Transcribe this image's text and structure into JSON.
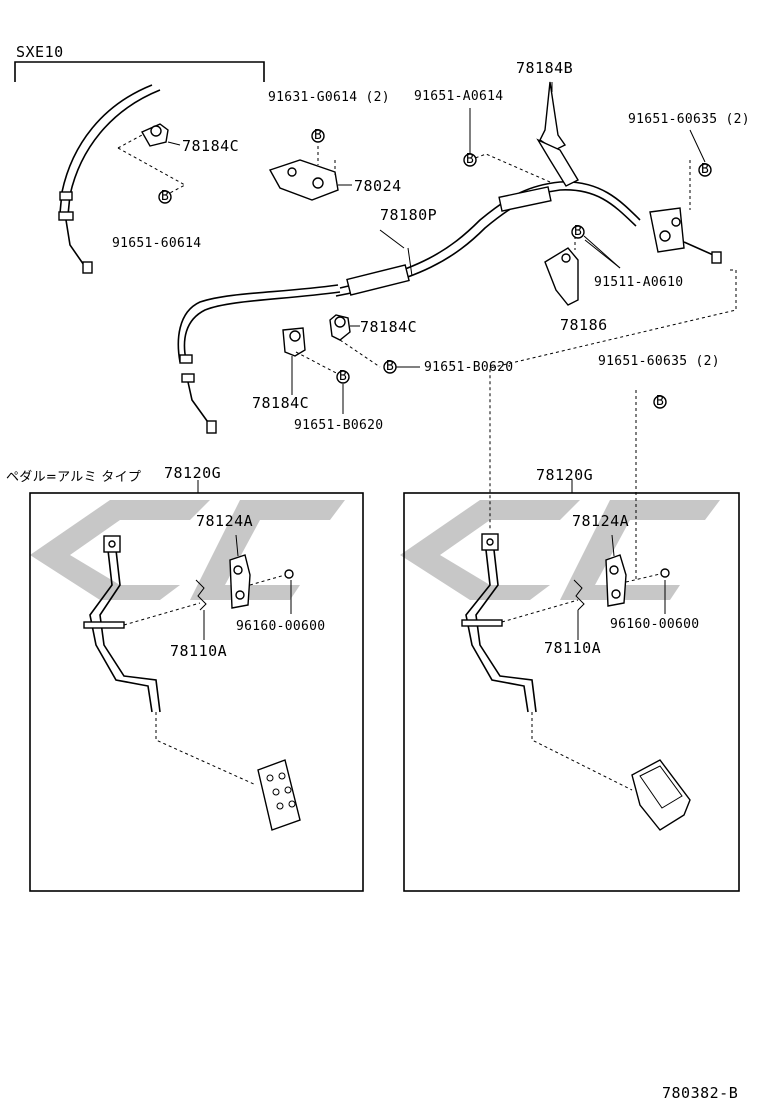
{
  "labels": {
    "sxe10": "SXE10",
    "p91631_g0614": "91631-G0614 (2)",
    "p91651_a0614": "91651-A0614",
    "p78184b": "78184B",
    "p91651_60635_top": "91651-60635 (2)",
    "p78184c_top": "78184C",
    "p78024": "78024",
    "p78180p": "78180P",
    "p91651_60614": "91651-60614",
    "p91511_a0610": "91511-A0610",
    "p78184c_mid": "78184C",
    "p78186": "78186",
    "p91651_b0620_mid": "91651-B0620",
    "p91651_60635_mid": "91651-60635 (2)",
    "p78184c_low": "78184C",
    "p91651_b0620_low": "91651-B0620",
    "pedal_type_note": "ペダル=アルミ タイプ",
    "p78120g_left": "78120G",
    "p78120g_right": "78120G",
    "p78124a_left": "78124A",
    "p78124a_right": "78124A",
    "p78110a_left": "78110A",
    "p78110a_right": "78110A",
    "p96160_00600_left": "96160-00600",
    "p96160_00600_right": "96160-00600",
    "drawing_number": "780382-B",
    "bolt_symbol": "B"
  },
  "colors": {
    "line": "#000000",
    "watermark": "#bdbdbd",
    "background": "#ffffff"
  }
}
